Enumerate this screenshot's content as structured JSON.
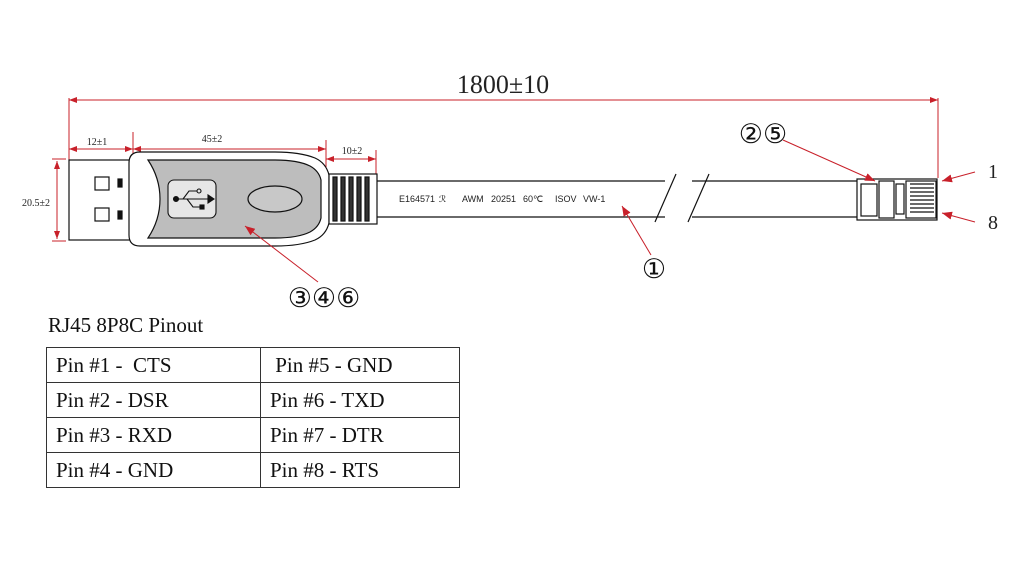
{
  "dimensions": {
    "total_length": "1800±10",
    "plug_length": "12±1",
    "body_length": "45±2",
    "strain_relief_length": "10±2",
    "plug_width": "20.5±2"
  },
  "cable_print": {
    "file_no": "E164571",
    "ul_mark": "ℛ",
    "style": "AWM",
    "style_no": "20251",
    "temp": "60℃",
    "rating": "ISOV",
    "flame": "VW-1"
  },
  "callouts": {
    "cable": "①",
    "connector_rj45": "②⑤",
    "usb_body": "③④⑥",
    "pin_1": "1",
    "pin_8": "8"
  },
  "pinout": {
    "title": "RJ45 8P8C Pinout",
    "rows": [
      [
        "Pin #1 -  CTS",
        " Pin #5 - GND"
      ],
      [
        "Pin #2 - DSR",
        "Pin #6 - TXD"
      ],
      [
        "Pin #3 - RXD",
        "Pin #7 - DTR"
      ],
      [
        "Pin #4 - GND",
        "Pin #8 - RTS"
      ]
    ]
  },
  "icons": [
    "usb-logo-icon"
  ]
}
